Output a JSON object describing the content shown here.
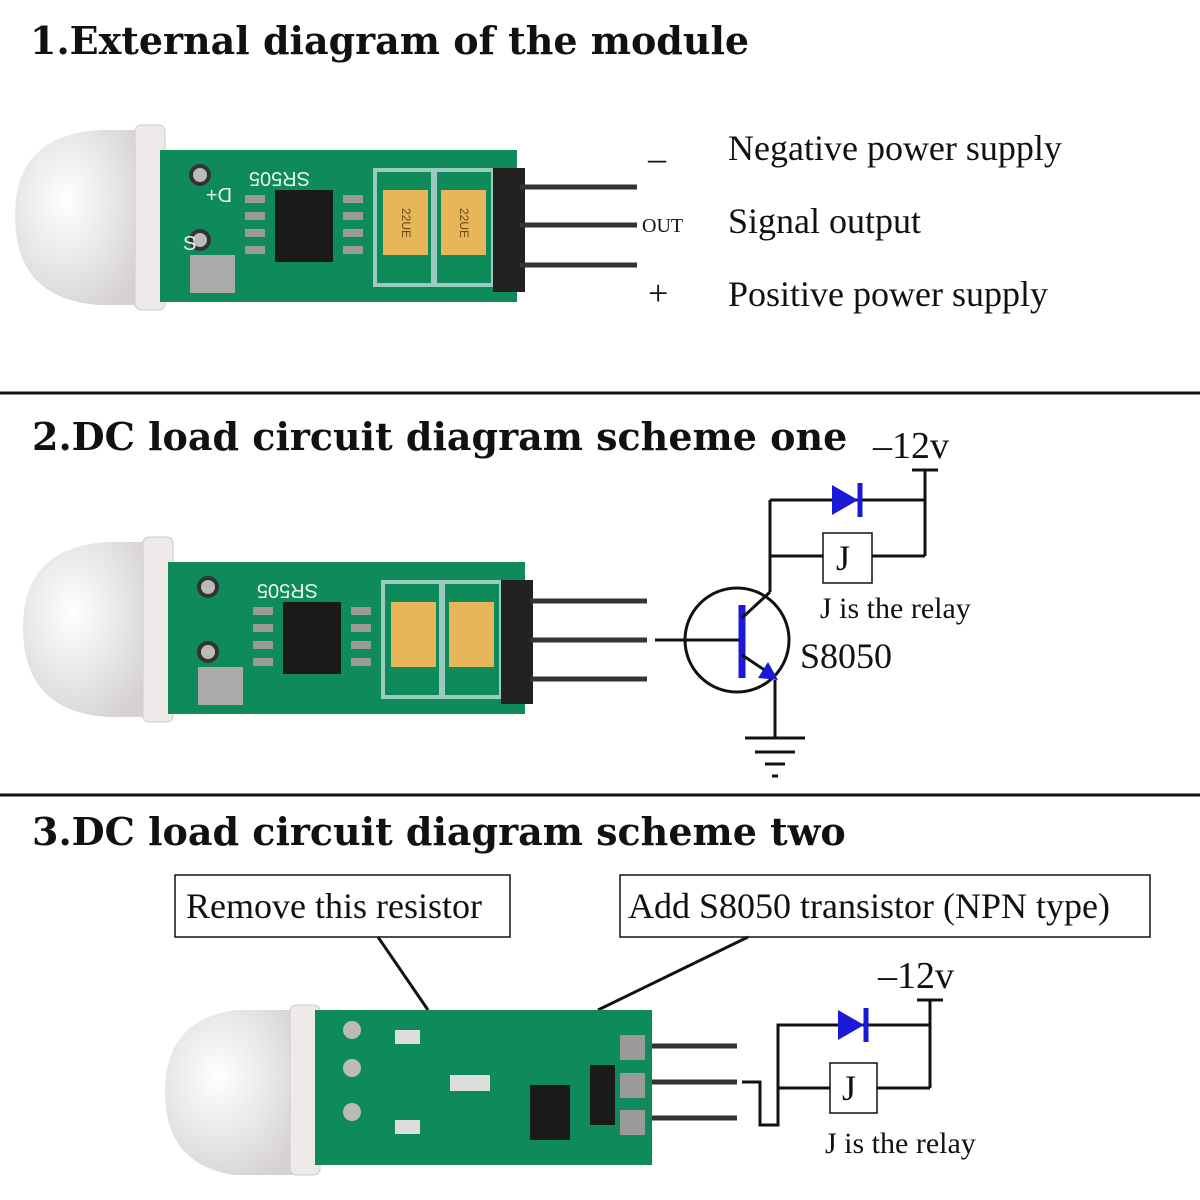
{
  "sections": [
    {
      "title": "1.External diagram of the module"
    },
    {
      "title": "2.DC load circuit diagram scheme one"
    },
    {
      "title": "3.DC load circuit diagram scheme two"
    }
  ],
  "module": {
    "silkscreen_model": "SR505",
    "pin_marks": {
      "top": "D+",
      "middle": "S"
    },
    "capacitor_marking": "22UE"
  },
  "pins": [
    {
      "mark": "–",
      "label": "Negative power supply"
    },
    {
      "mark": "OUT",
      "label": "Signal output"
    },
    {
      "mark": "+",
      "label": "Positive power supply"
    }
  ],
  "scheme_one": {
    "supply": "–12v",
    "relay_symbol": "J",
    "relay_note": "J is the relay",
    "transistor": "S8050"
  },
  "scheme_two": {
    "callout_remove": "Remove this resistor",
    "callout_add": "Add S8050 transistor (NPN type)",
    "supply": "–12v",
    "relay_symbol": "J",
    "relay_note": "J is the relay"
  },
  "colors": {
    "pcb": "#0f8a5a",
    "diode": "#1a1ad6",
    "dome": "#e9e6e6",
    "capacitor": "#e7b55a"
  }
}
